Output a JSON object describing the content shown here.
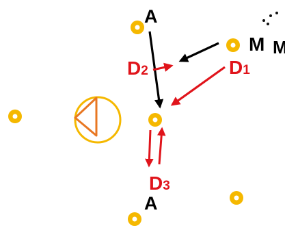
{
  "labels": {
    "a_top": "A",
    "a_bottom": "A",
    "m_main": "M",
    "m_edge": "M",
    "d1_letter": "D",
    "d1_sub": "1",
    "d2_letter": "D",
    "d2_sub": "2",
    "d3_letter": "D",
    "d3_sub": "3"
  },
  "colors": {
    "node_fill": "#F5B800",
    "node_ring": "#F5B800",
    "node_core": "#FFFFFF",
    "arrow_black": "#000000",
    "arrow_red": "#E0141B",
    "symbol_circle": "#F5B800",
    "symbol_triangle": "#E87722",
    "text_black": "#000000",
    "text_red": "#E0141B"
  },
  "icons": {
    "symbol": "circle-with-triangle-icon",
    "dots": "dot-cluster-icon"
  }
}
